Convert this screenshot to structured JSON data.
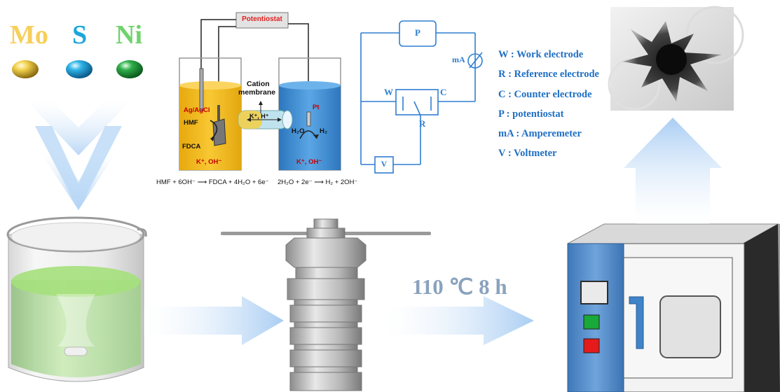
{
  "elements": [
    {
      "symbol": "Mo",
      "color": "#f7cf5a"
    },
    {
      "symbol": "S",
      "color": "#1ea6dc"
    },
    {
      "symbol": "Ni",
      "color": "#6fd36c"
    }
  ],
  "cell": {
    "potentiostat": "Potentiostat",
    "ref_electrode": "Ag/AgCl",
    "hmf": "HMF",
    "fdca": "FDCA",
    "membrane_line1": "Cation",
    "membrane_line2": "membrane",
    "ions": "K⁺, H⁺",
    "left_electrolyte": "K⁺, OH⁻",
    "right_electrolyte": "K⁺, OH⁻",
    "pt": "Pt",
    "h2o": "H₂O",
    "h2": "H₂",
    "eq_left": "HMF + 6OH⁻ ⟶ FDCA + 4H₂O + 6e⁻",
    "eq_right": "2H₂O + 2e⁻ ⟶ H₂ + 2OH⁻"
  },
  "circuit": {
    "p": "P",
    "ma": "mA",
    "w": "W",
    "c": "C",
    "r": "R",
    "v": "V"
  },
  "legend": [
    "W : Work electrode",
    "R : Reference electrode",
    "C : Counter electrode",
    "P : potentiostat",
    "mA : Amperemeter",
    "V : Voltmeter"
  ],
  "condition": "110 ℃ 8 h",
  "colors": {
    "arrow": "#b6d5f5",
    "legend": "#1f6fc4",
    "left_cell": "#f5bf1f",
    "right_cell": "#3b8fd6",
    "oven_panel": "#4a86c6"
  }
}
